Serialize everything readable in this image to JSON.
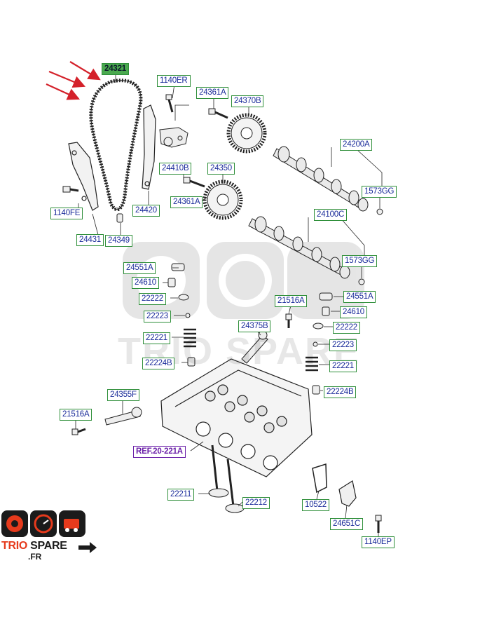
{
  "labels": {
    "l24321": "24321",
    "l1140ER": "1140ER",
    "l24361A_top": "24361A",
    "l24370B": "24370B",
    "l24200A": "24200A",
    "l1573GG_top": "1573GG",
    "l24410B": "24410B",
    "l24350": "24350",
    "l24361A_mid": "24361A",
    "l24420": "24420",
    "l1140FE": "1140FE",
    "l24431": "24431",
    "l24349": "24349",
    "l24100C": "24100C",
    "l1573GG_mid": "1573GG",
    "l24551A_left": "24551A",
    "l24610_left": "24610",
    "l22222_left": "22222",
    "l22223_left": "22223",
    "l21516A_right": "21516A",
    "l24551A_right": "24551A",
    "l24610_right": "24610",
    "l22222_right": "22222",
    "l22221_left": "22221",
    "l24375B": "24375B",
    "l22223_right": "22223",
    "l22224B_left": "22224B",
    "l22221_right": "22221",
    "l24355F": "24355F",
    "l22224B_right": "22224B",
    "l21516A_left": "21516A",
    "lREF": "REF.20-221A",
    "l22211": "22211",
    "l22212": "22212",
    "l10522": "10522",
    "l24651C": "24651C",
    "l1140EP": "1140EP"
  },
  "watermark": {
    "text": "TRIO SPARE"
  },
  "brand": {
    "name_part1": "TRIO ",
    "name_part2": "SPARE",
    "sub": ".FR"
  },
  "colors": {
    "label_border": "#2f8f3a",
    "label_text": "#1a2b9a",
    "highlight_fill": "#4aa94f",
    "ref_text": "#6a1fa8",
    "arrow": "#d4212a",
    "brand_orange": "#e63a1c"
  }
}
